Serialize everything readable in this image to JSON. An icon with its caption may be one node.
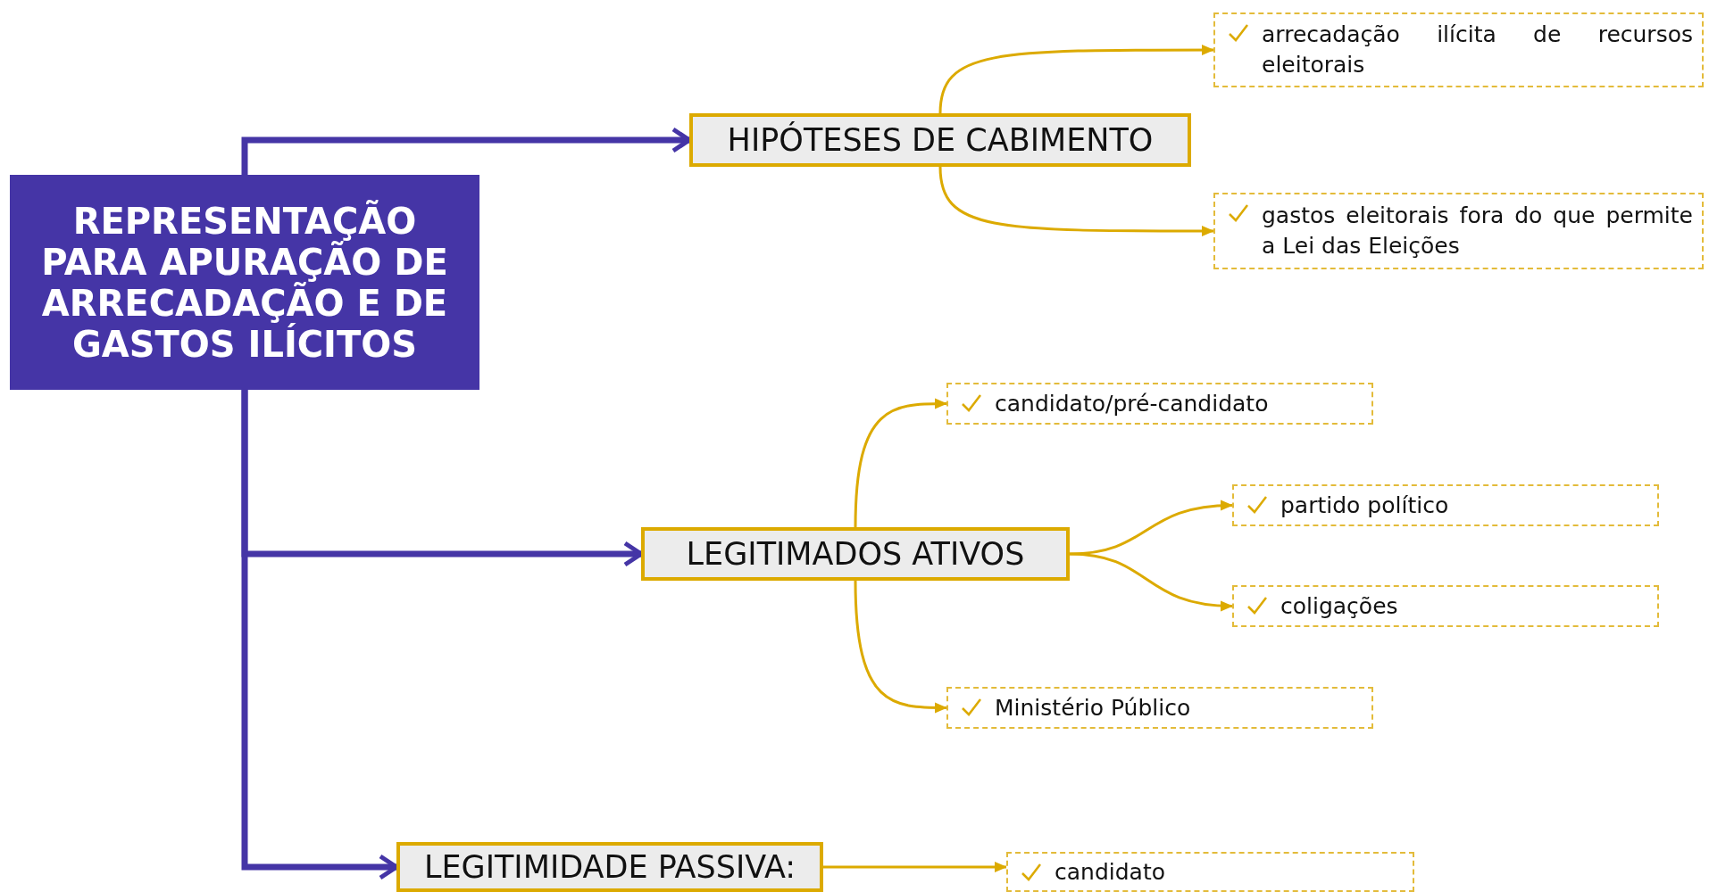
{
  "diagram": {
    "nodes": [
      {
        "text": [
          "REPRESENTAÇÃO PARA APURAÇÃO DE ARRECADAÇÃO E DE GASTOS ILÍCITOS"
        ]
      },
      {
        "text": [
          "HIPÓTESES DE CABIMENTO"
        ]
      },
      {
        "text": [
          "arrecadação ilícita de recursos eleitorais"
        ]
      },
      {
        "text": [
          "gastos eleitorais fora do que permite a Lei das Eleições"
        ]
      },
      {
        "text": [
          "LEGITIMADOS ATIVOS"
        ]
      },
      {
        "text": [
          "candidato/pré-candidato"
        ]
      },
      {
        "text": [
          "partido político"
        ]
      },
      {
        "text": [
          "coligações"
        ]
      },
      {
        "text": [
          "Ministério Público"
        ]
      },
      {
        "text": [
          "LEGITIMIDADE PASSIVA:"
        ]
      },
      {
        "text": [
          "candidato"
        ]
      }
    ],
    "edges": [
      {
        "from": 0,
        "to": 1,
        "arrow": "to",
        "style": "thick",
        "color": "#4535a6"
      },
      {
        "from": 0,
        "to": 4,
        "arrow": "to",
        "style": "thick",
        "color": "#4535a6"
      },
      {
        "from": 0,
        "to": 9,
        "arrow": "to",
        "style": "thick",
        "color": "#4535a6"
      },
      {
        "from": 1,
        "to": 2,
        "arrow": "to"
      },
      {
        "from": 1,
        "to": 3,
        "arrow": "to"
      },
      {
        "from": 4,
        "to": 5,
        "arrow": "to"
      },
      {
        "from": 4,
        "to": 6,
        "arrow": "to"
      },
      {
        "from": 4,
        "to": 7,
        "arrow": "to"
      },
      {
        "from": 4,
        "to": 8,
        "arrow": "to"
      },
      {
        "from": 9,
        "to": 10,
        "arrow": "to"
      }
    ]
  }
}
